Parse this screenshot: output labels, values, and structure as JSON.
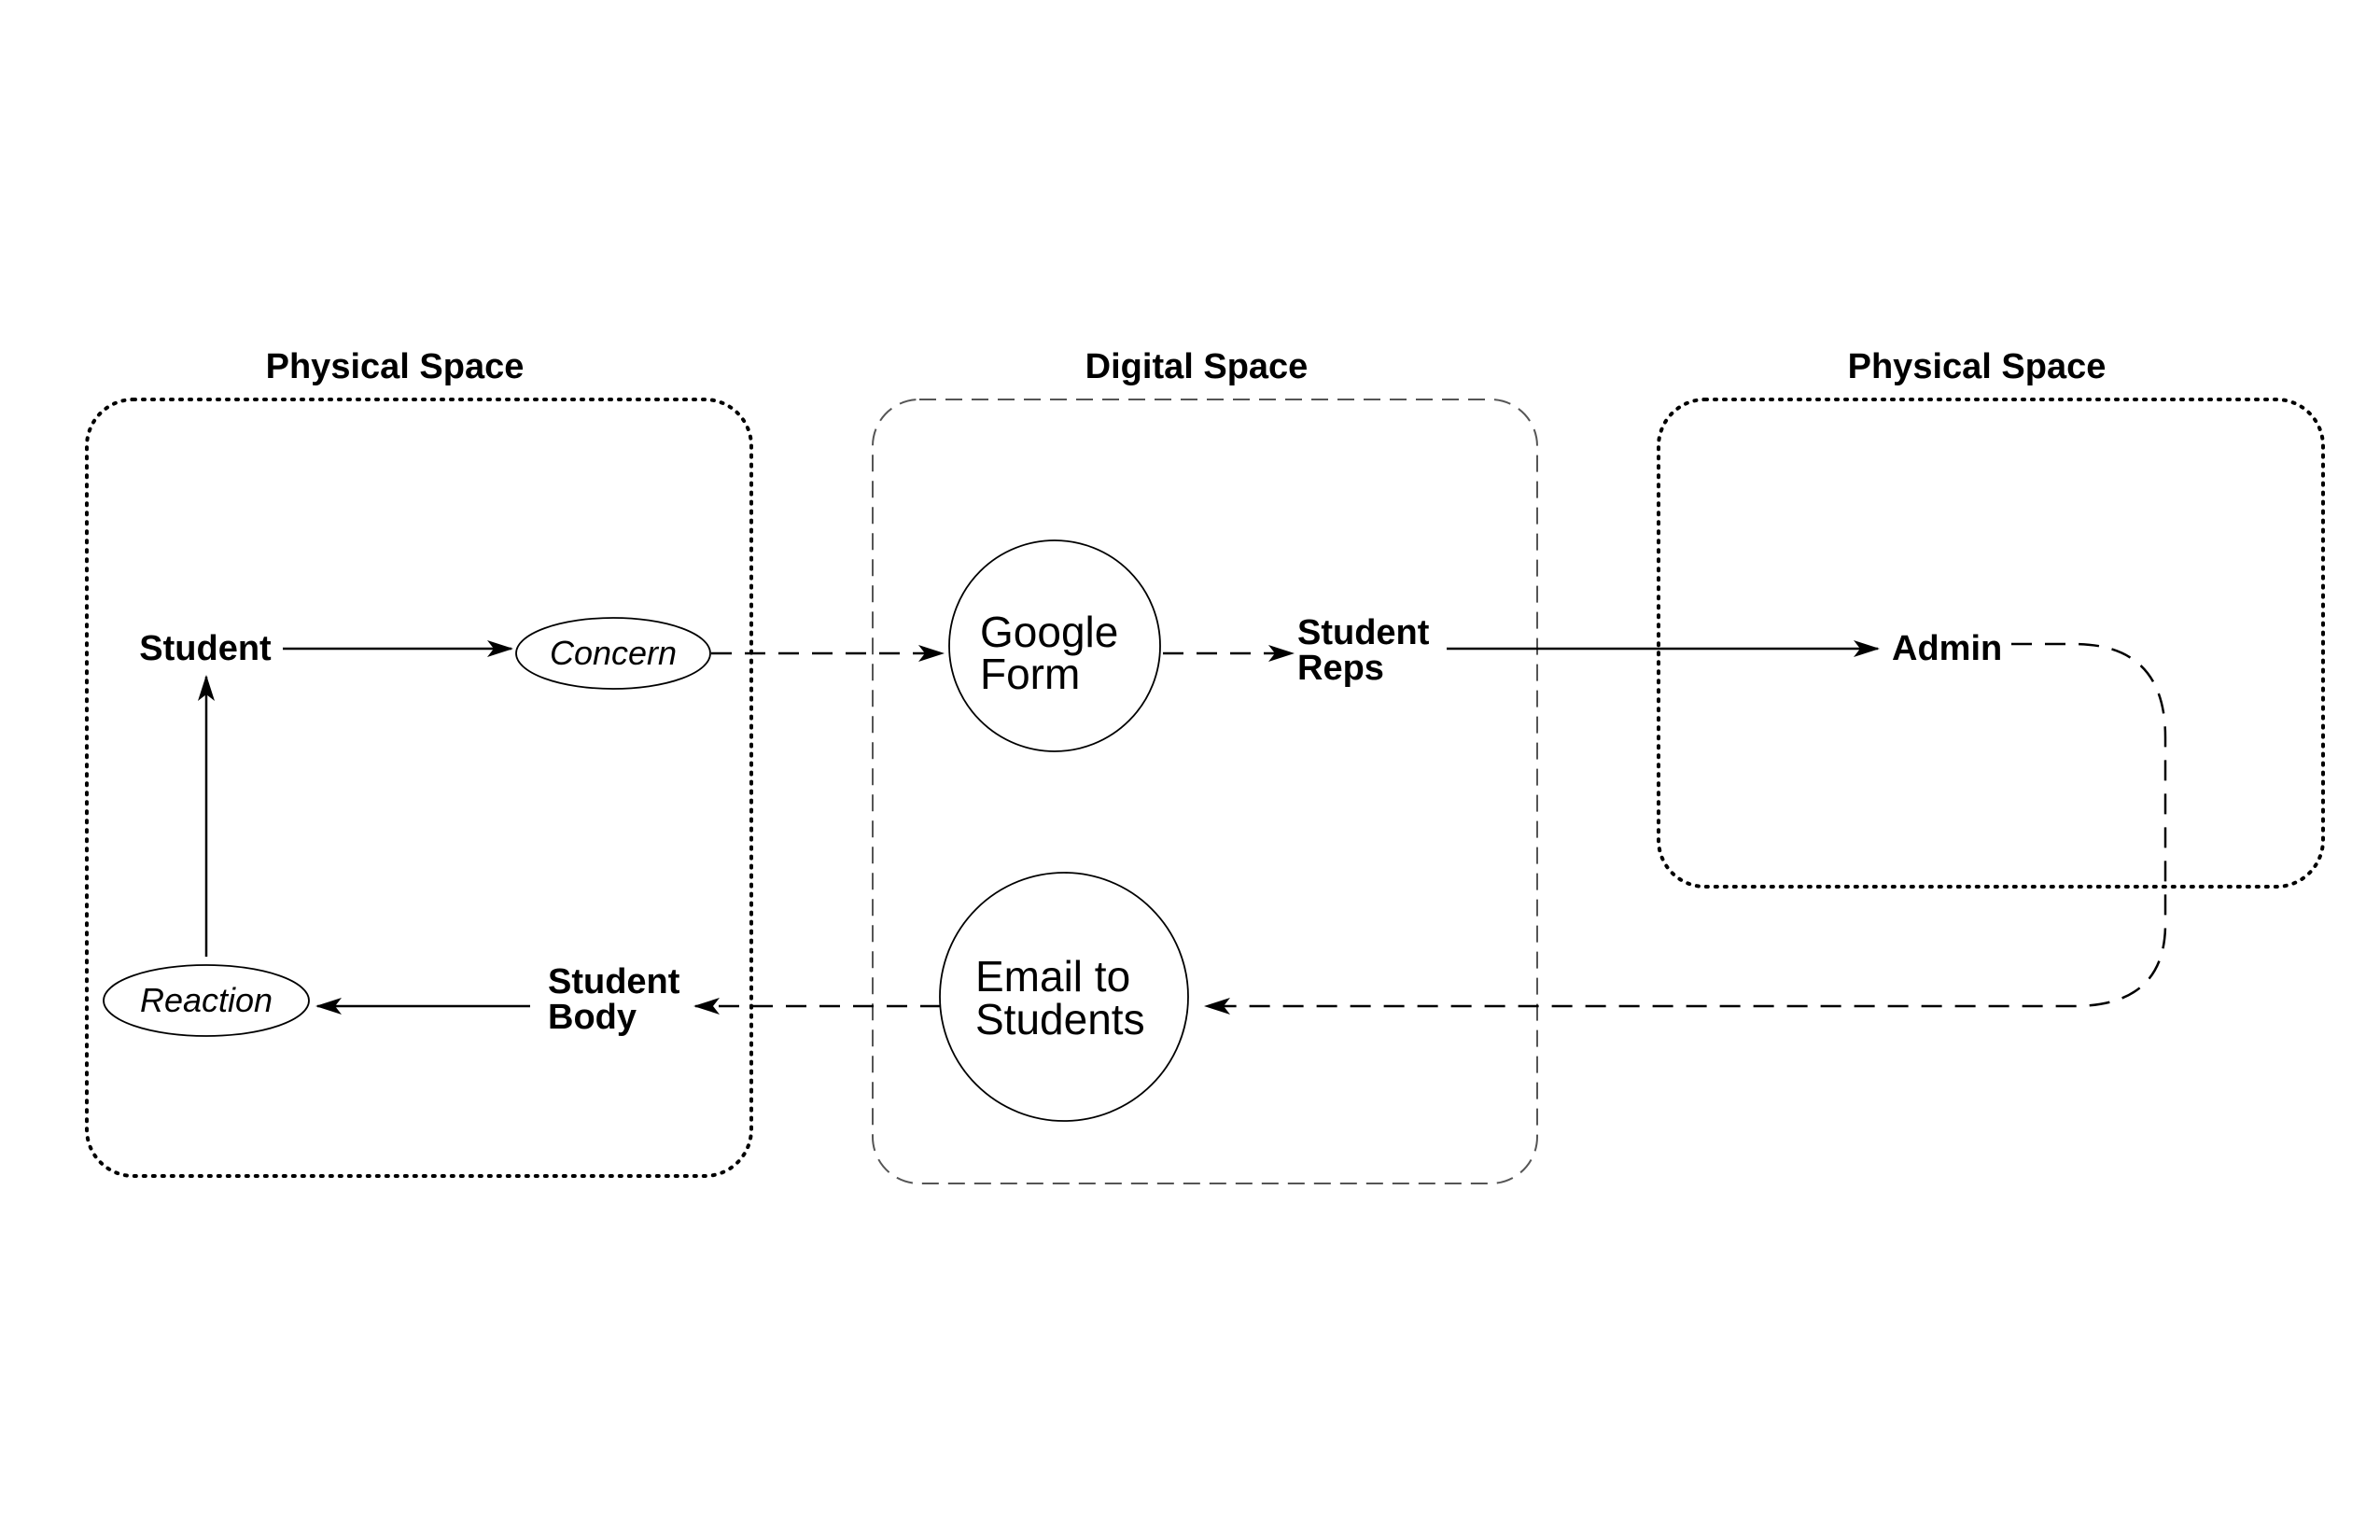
{
  "regions": {
    "left_title": "Physical Space",
    "middle_title": "Digital Space",
    "right_title": "Physical Space"
  },
  "nodes": {
    "student": "Student",
    "concern": "Concern",
    "google_form_line1": "Google",
    "google_form_line2": "Form",
    "student_reps_line1": "Student",
    "student_reps_line2": "Reps",
    "admin": "Admin",
    "email_line1": "Email to",
    "email_line2": "Students",
    "student_body_line1": "Student",
    "student_body_line2": "Body",
    "reaction": "Reaction"
  }
}
